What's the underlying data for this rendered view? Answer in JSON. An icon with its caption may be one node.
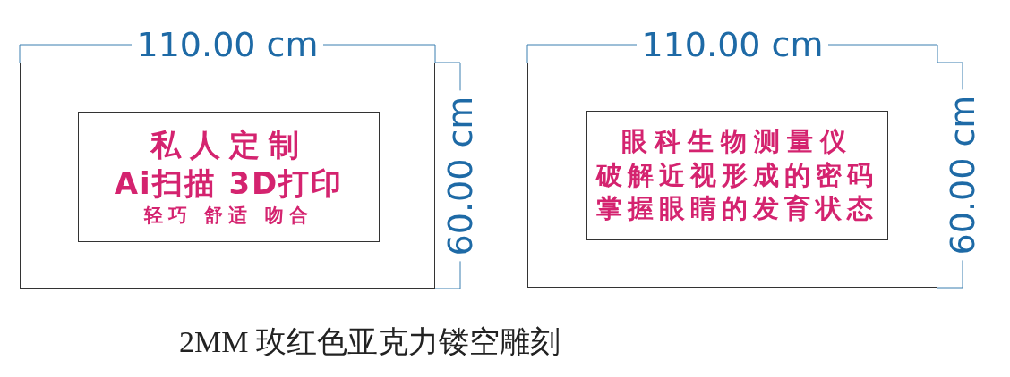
{
  "diagram": {
    "caption": "2MM 玫红色亚克力镂空雕刻",
    "nodes": [
      {
        "text": [],
        "shape": "box"
      },
      {
        "text": [
          "私人定制",
          "Ai扫描 3D打印",
          "轻巧 舒适 吻合"
        ],
        "in": 0
      },
      {
        "text": [],
        "shape": "box"
      },
      {
        "text": [
          "眼科生物测量仪",
          "破解近视形成的密码",
          "掌握眼睛的发育状态"
        ],
        "in": 2
      }
    ],
    "edges": [],
    "labels": [
      "110.00 cm",
      "60.00 cm",
      "110.00 cm",
      "60.00 cm"
    ]
  }
}
